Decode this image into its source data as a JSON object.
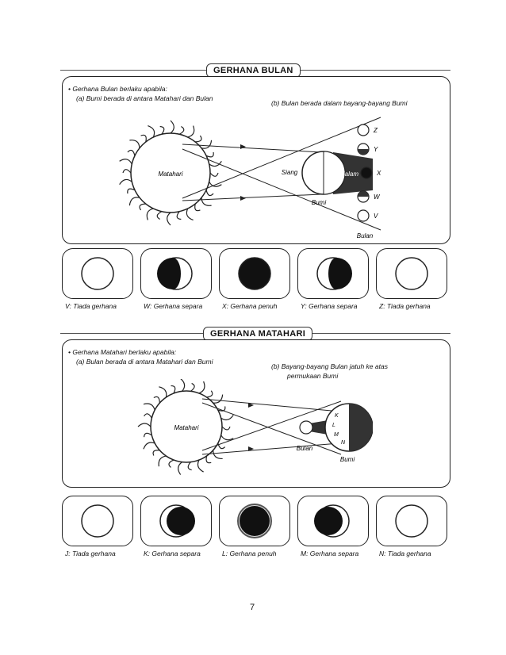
{
  "lunar": {
    "title": "GERHANA BULAN",
    "intro": "• Gerhana Bulan berlaku apabila:",
    "cond_a": "(a)  Bumi berada di antara Matahari dan Bulan",
    "cond_b": "(b)  Bulan berada dalam bayang-bayang Bumi",
    "sun_label": "Matahari",
    "day_label": "Siang",
    "night_label": "Malam",
    "earth_label": "Bumi",
    "moon_label": "Bulan",
    "orbit_letters": [
      "Z",
      "Y",
      "X",
      "W",
      "V"
    ],
    "phases": [
      {
        "caption": "V: Tiada gerhana"
      },
      {
        "caption": "W: Gerhana separa"
      },
      {
        "caption": "X: Gerhana penuh"
      },
      {
        "caption": "Y: Gerhana separa"
      },
      {
        "caption": "Z: Tiada gerhana"
      }
    ]
  },
  "solar": {
    "title": "GERHANA MATAHARI",
    "intro": "• Gerhana Matahari berlaku apabila:",
    "cond_a": "(a)  Bulan berada di antara Matahari dan Bumi",
    "cond_b_line1": "(b)  Bayang-bayang Bulan jatuh ke atas",
    "cond_b_line2": "permukaan Bumi",
    "sun_label": "Matahari",
    "moon_label": "Bulan",
    "earth_label": "Bumi",
    "surface_letters": [
      "K",
      "L",
      "M",
      "N"
    ],
    "phases": [
      {
        "caption": "J: Tiada gerhana"
      },
      {
        "caption": "K: Gerhana separa"
      },
      {
        "caption": "L: Gerhana penuh"
      },
      {
        "caption": "M: Gerhana separa"
      },
      {
        "caption": "N: Tiada gerhana"
      }
    ]
  },
  "page_number": "7"
}
